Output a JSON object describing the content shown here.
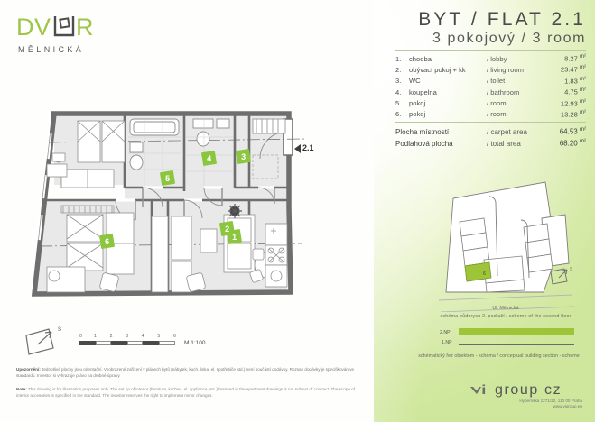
{
  "brand": {
    "name": "DVŮR",
    "subtitle": "MĚLNICKÁ",
    "letters": {
      "d": "D",
      "v": "V",
      "u": "Ů",
      "r": "R"
    }
  },
  "header": {
    "title": "BYT / FLAT 2.1",
    "subtitle": "3 pokojový / 3 room"
  },
  "rooms": [
    {
      "no": "1.",
      "cz": "chodba",
      "en": "/ lobby",
      "area": "8.27",
      "unit": "m²"
    },
    {
      "no": "2.",
      "cz": "obývací pokoj + kk",
      "en": "/ living room",
      "area": "23.47",
      "unit": "m²"
    },
    {
      "no": "3.",
      "cz": "WC",
      "en": "/ toilet",
      "area": "1.83",
      "unit": "m²"
    },
    {
      "no": "4.",
      "cz": "koupelna",
      "en": "/ bathroom",
      "area": "4.75",
      "unit": "m²"
    },
    {
      "no": "5.",
      "cz": "pokoj",
      "en": "/ room",
      "area": "12.93",
      "unit": "m²"
    },
    {
      "no": "6.",
      "cz": "pokoj",
      "en": "/ room",
      "area": "13.28",
      "unit": "m²"
    }
  ],
  "totals": [
    {
      "cz": "Plocha místností",
      "en": "/ carpet area",
      "area": "64.53",
      "unit": "m²"
    },
    {
      "cz": "Podlahová plocha",
      "en": "/ total area",
      "area": "68.20",
      "unit": "m²"
    }
  ],
  "plan": {
    "entrance_label": "2.1",
    "badges": [
      "1",
      "2",
      "3",
      "4",
      "5",
      "6"
    ]
  },
  "site": {
    "street_label": "Ul. Mělnická",
    "north_label": "S",
    "caption": "schéma půdorysu 2. podlaží / scheme of the second floor",
    "unit_marker": "6"
  },
  "section": {
    "floor2_label": "2.NP",
    "floor1_label": "1.NP",
    "caption": "schématický řez objektem - schéma / conceptual building section - scheme"
  },
  "scale": {
    "compass_label": "S",
    "ticks": [
      "0",
      "1",
      "2",
      "3",
      "4",
      "5",
      "6"
    ],
    "text": "M 1:100"
  },
  "notes": {
    "cz_prefix": "Upozornění:",
    "cz": " Jednotlivé plochy jsou orientační. Vyobrazené zařízení v plánech bytů (nábytek, kuch. linka, el. spotřebiče atd.) není součástí dodávky. Rozsah dodávky je specifikován ve standardu. Investor si vyhrazuje právo na drobné úpravy.",
    "en_prefix": "Note:",
    "en": " This drawing is for illustration purposes only. The set up of interior (furniture, kitchen, el. appliance, etc.) featured in the apartment drawings is not subject of contract. The scope of interior accesories is specified in the standard. The investor reserves the right to implement minor changes."
  },
  "footer": {
    "logo_text": "group cz",
    "address": "Hybernská 1271/32, 110 00 Praha",
    "web": "www.vigroup.eu"
  },
  "colors": {
    "accent_green": "#8cc63e",
    "panel_green": "#cfe79c",
    "section_bar": "#9ec437",
    "wall_dark": "#5a5a5a",
    "room_fill": "#e8e8e8"
  }
}
